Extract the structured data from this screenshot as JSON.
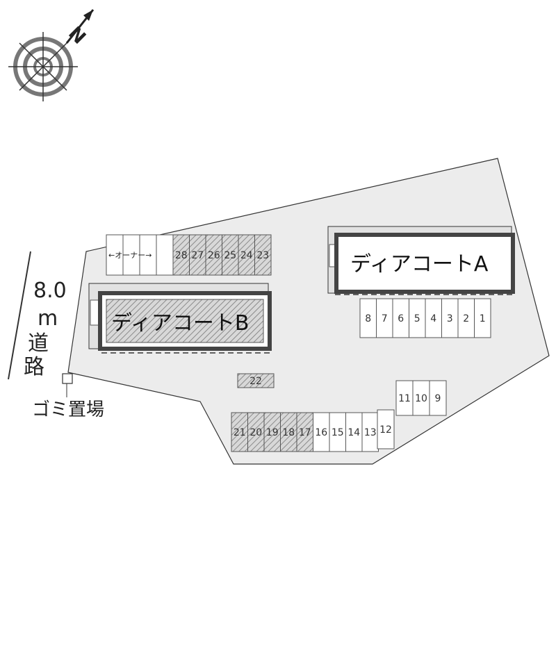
{
  "compass": {
    "north_label": "N",
    "icon": "compass-rose-icon"
  },
  "road": {
    "width_label": "8.0",
    "unit_label": "m",
    "name_chars": [
      "道",
      "路"
    ]
  },
  "garbage": {
    "label": "ゴミ置場"
  },
  "buildings": [
    {
      "id": "A",
      "name": "ディアコートA"
    },
    {
      "id": "B",
      "name": "ディアコートB"
    }
  ],
  "owner_parking": {
    "label": "←オーナー→"
  },
  "parking": {
    "row_top_right": [
      "8",
      "7",
      "6",
      "5",
      "4",
      "3",
      "2",
      "1"
    ],
    "row_top_left": [
      "28",
      "27",
      "26",
      "25",
      "24",
      "23"
    ],
    "single": [
      "22"
    ],
    "row_mid_right": [
      "11",
      "10",
      "9"
    ],
    "row_bottom": [
      "21",
      "20",
      "19",
      "18",
      "17",
      "16",
      "15",
      "14",
      "13"
    ],
    "side_slot": [
      "12"
    ]
  },
  "colors": {
    "ground": "#ececec",
    "building_border": "#444444",
    "hatch": "#9a9a9a"
  }
}
